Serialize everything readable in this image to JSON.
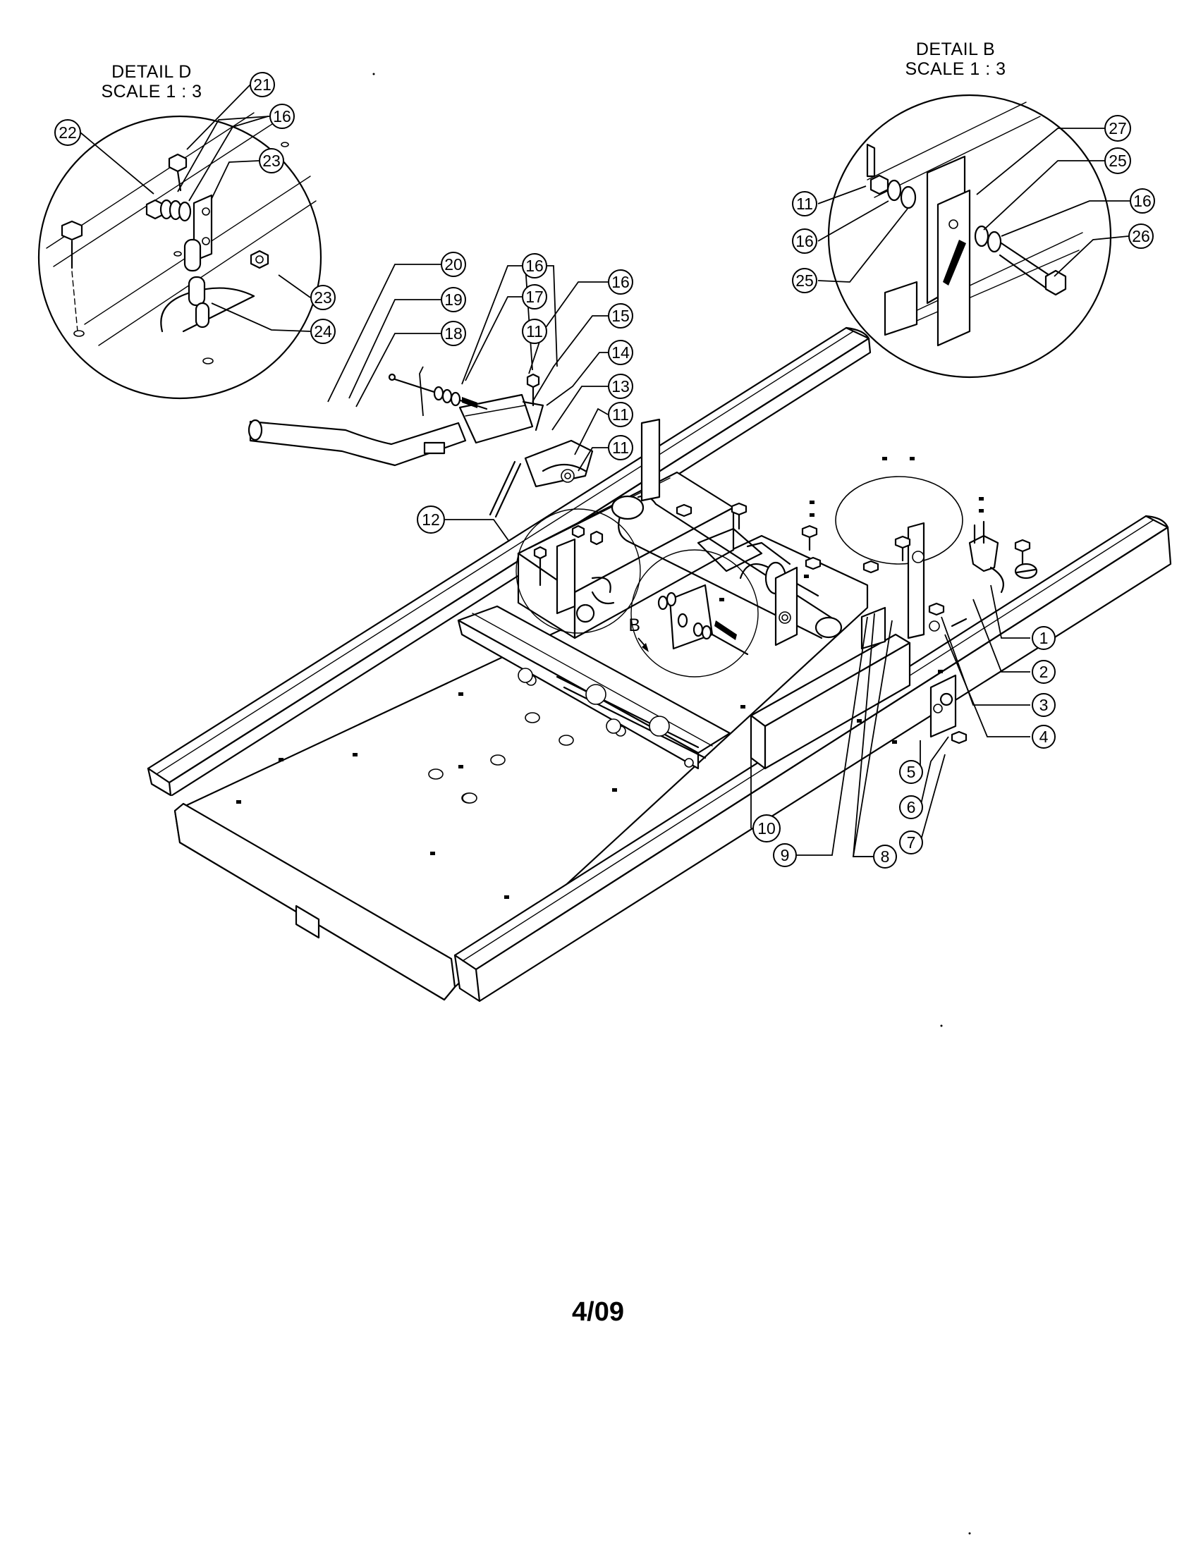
{
  "details": {
    "d": {
      "title": "DETAIL D",
      "scale": "SCALE 1 : 3"
    },
    "b": {
      "title": "DETAIL B",
      "scale": "SCALE 1 : 3"
    },
    "b_marker": "B"
  },
  "callouts": [
    "1",
    "2",
    "3",
    "4",
    "5",
    "6",
    "7",
    "8",
    "9",
    "10",
    "11",
    "12",
    "13",
    "14",
    "15",
    "16",
    "17",
    "18",
    "19",
    "20",
    "21",
    "22",
    "16",
    "23",
    "23",
    "24",
    "11",
    "16",
    "17",
    "16",
    "11",
    "11",
    "16",
    "25",
    "27",
    "25",
    "16",
    "26"
  ],
  "footer": {
    "date": "4/09"
  }
}
